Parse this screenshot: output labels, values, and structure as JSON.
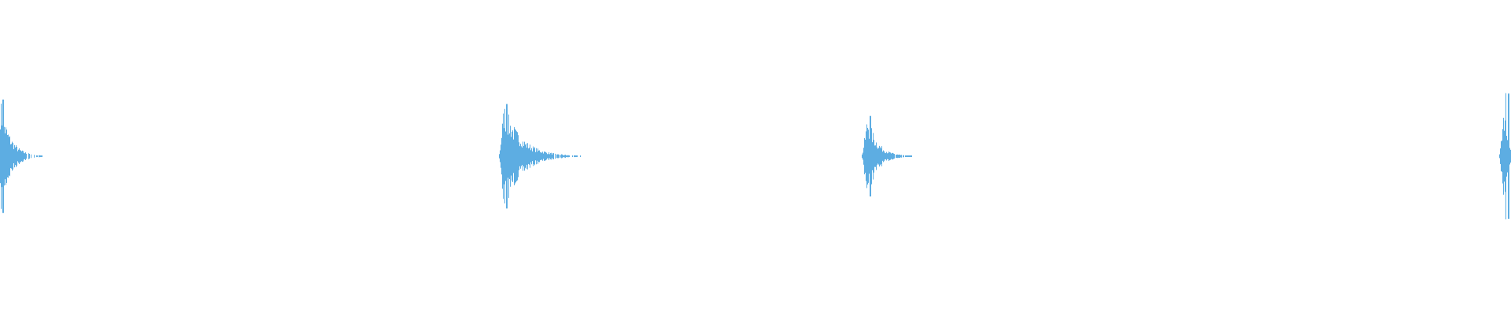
{
  "chart_data": {
    "type": "area",
    "kind": "audio-waveform",
    "title": "",
    "xlabel": "",
    "ylabel": "",
    "ylim": [
      -1,
      1
    ],
    "grid": false,
    "legend": "none",
    "color": "#5dade2",
    "bursts": [
      {
        "peak_amplitude": 0.38
      },
      {
        "peak_amplitude": 0.35
      },
      {
        "peak_amplitude": 0.27
      },
      {
        "peak_amplitude": 0.42
      }
    ]
  }
}
